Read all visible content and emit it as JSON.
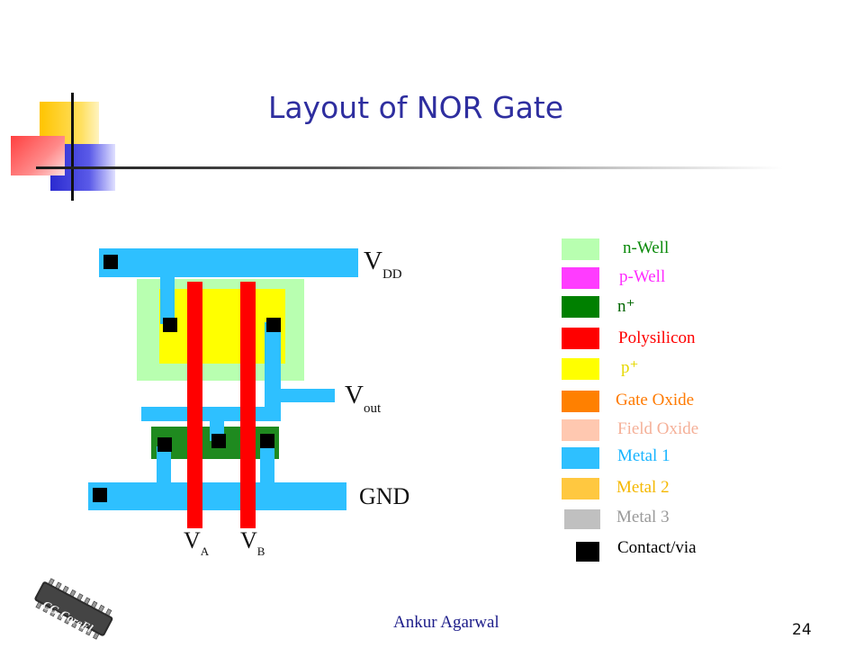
{
  "slide": {
    "title": "Layout of NOR Gate",
    "author": "Ankur Agarwal",
    "page_number": "24",
    "logo_text": "CG-CoreEl"
  },
  "diagram": {
    "vdd_main": "V",
    "vdd_sub": "DD",
    "vout_main": "V",
    "vout_sub": "out",
    "gnd": "GND",
    "va_main": "V",
    "va_sub": "A",
    "vb_main": "V",
    "vb_sub": "B"
  },
  "legend": [
    {
      "label": "n-Well",
      "color": "#b8ffb0",
      "text_color": "#0a8a0a"
    },
    {
      "label": "p-Well",
      "color": "#ff3cff",
      "text_color": "#ff2aff"
    },
    {
      "label": "n⁺",
      "color": "#008000",
      "text_color": "#006600"
    },
    {
      "label": "Polysilicon",
      "color": "#ff0000",
      "text_color": "#ff0000"
    },
    {
      "label": "p⁺",
      "color": "#ffff00",
      "text_color": "#e6d800"
    },
    {
      "label": "Gate Oxide",
      "color": "#ff8000",
      "text_color": "#ff7a00"
    },
    {
      "label": "Field Oxide",
      "color": "#ffc8b0",
      "text_color": "#f5b098"
    },
    {
      "label": "Metal 1",
      "color": "#2ec0ff",
      "text_color": "#18b4ff"
    },
    {
      "label": "Metal 2",
      "color": "#ffc840",
      "text_color": "#f5b800"
    },
    {
      "label": "Metal 3",
      "color": "#c0c0c0",
      "text_color": "#9a9a9a"
    },
    {
      "label": "Contact/via",
      "color": "#000000",
      "text_color": "#000000"
    }
  ]
}
